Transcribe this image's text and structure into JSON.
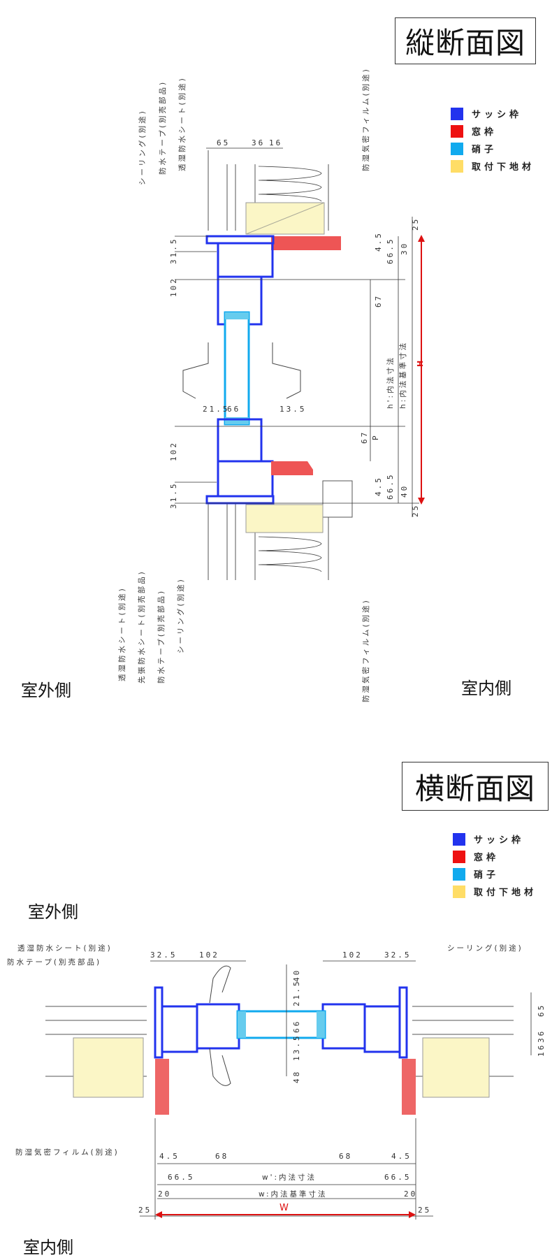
{
  "vertical_section": {
    "title": "縦断面図",
    "legend": [
      {
        "label": "サッシ枠",
        "color": "#2233ee"
      },
      {
        "label": "窓枠",
        "color": "#ee1111"
      },
      {
        "label": "硝子",
        "color": "#11aaee"
      },
      {
        "label": "取付下地材",
        "color": "#ffdd66"
      }
    ],
    "exterior_label": "室外側",
    "interior_label": "室内側",
    "top_notes": [
      "シーリング(別途)",
      "防水テープ(別売部品)",
      "透湿防水シート(別途)",
      "防湿気密フィルム(別途)"
    ],
    "bottom_notes": [
      "透湿防水シート(別途)",
      "先張防水シート(別売部品)",
      "防水テープ(別売部品)",
      "シーリング(別途)",
      "防湿気密フィルム(別途)"
    ],
    "dims": {
      "top_wall": [
        "65",
        "36",
        "16"
      ],
      "left": [
        "31.5",
        "102",
        "102",
        "31.5"
      ],
      "glass": [
        "21.5",
        "66",
        "13.5"
      ],
      "right_inner": [
        "4.5",
        "66.5",
        "67",
        "67",
        "66.5",
        "4.5"
      ],
      "right_outer": [
        "25",
        "30",
        "40",
        "25"
      ],
      "h_prime": "h':内法寸法",
      "h": "h:内法基準寸法",
      "H": "H",
      "P": "P"
    }
  },
  "horizontal_section": {
    "title": "横断面図",
    "legend": [
      {
        "label": "サッシ枠",
        "color": "#2233ee"
      },
      {
        "label": "窓枠",
        "color": "#ee1111"
      },
      {
        "label": "硝子",
        "color": "#11aaee"
      },
      {
        "label": "取付下地材",
        "color": "#ffdd66"
      }
    ],
    "exterior_label": "室外側",
    "interior_label": "室内側",
    "notes": [
      "透湿防水シート(別途)",
      "防水テープ(別売部品)",
      "シーリング(別途)",
      "防湿気密フィルム(別途)"
    ],
    "dims": {
      "top": [
        "32.5",
        "102",
        "102",
        "32.5"
      ],
      "center_vertical": [
        "40",
        "21.5",
        "66",
        "13.5",
        "48"
      ],
      "right_vertical": [
        "65",
        "36",
        "16"
      ],
      "bottom_row1": [
        "4.5",
        "68",
        "68",
        "4.5"
      ],
      "bottom_row2": [
        "66.5",
        "66.5"
      ],
      "bottom_row3": [
        "20",
        "20"
      ],
      "bottom_row4": [
        "25",
        "25"
      ],
      "w_prime": "w':内法寸法",
      "w": "w:内法基準寸法",
      "W": "W"
    }
  }
}
